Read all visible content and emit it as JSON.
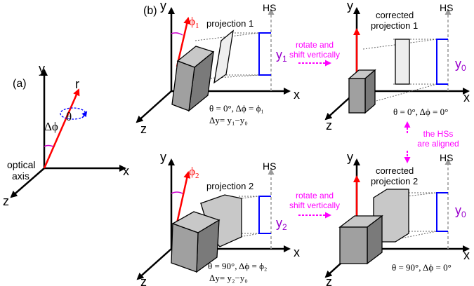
{
  "colors": {
    "axis": "#000000",
    "ray": "#ff0000",
    "angle_arc": "#cc00cc",
    "hs_bracket": "#0000ff",
    "hs_axis": "#999999",
    "annot": "#ff00ff",
    "y_label": "#9900cc",
    "box_face": "#a0a0a0",
    "box_top": "#c8c8c8",
    "box_side": "#7a7a7a",
    "proj_fill": "#eeeeee",
    "proj_fill_2": "#c8c8c8"
  },
  "panel_a": {
    "label": "(a)",
    "axis_y": "y",
    "axis_x": "x",
    "axis_z": "z",
    "ray_label": "r",
    "theta": "θ",
    "dphi": "Δϕ",
    "optical_axis_line1": "optical",
    "optical_axis_line2": "axis"
  },
  "panel_b": {
    "label": "(b)",
    "tl": {
      "axis_y": "y",
      "axis_x": "x",
      "axis_z": "z",
      "phi": "ϕ",
      "phi_sub": "1",
      "hs": "HS",
      "title": "projection 1",
      "ylab": "y",
      "ylab_sub": "1",
      "caption1": "θ = 0°, Δϕ = ϕ₁",
      "caption2": "Δy= y₁−y₀"
    },
    "tr": {
      "axis_y": "y",
      "axis_x": "x",
      "axis_z": "z",
      "hs": "HS",
      "title1": "corrected",
      "title2": "projection 1",
      "ylab": "y",
      "ylab_sub": "0",
      "caption1": "θ = 0°, Δϕ = 0°"
    },
    "bl": {
      "axis_y": "y",
      "axis_x": "x",
      "axis_z": "z",
      "phi": "ϕ",
      "phi_sub": "2",
      "hs": "HS",
      "title": "projection 2",
      "ylab": "y",
      "ylab_sub": "2",
      "caption1": "θ = 90°, Δϕ = ϕ₂",
      "caption2": "Δy= y₂−y₀"
    },
    "br": {
      "axis_y": "y",
      "axis_x": "x",
      "axis_z": "z",
      "hs": "HS",
      "title1": "corrected",
      "title2": "projection 2",
      "ylab": "y",
      "ylab_sub": "0",
      "caption1": "θ = 90°, Δϕ = 0°"
    },
    "annot_top": [
      "rotate and",
      "shift vertically"
    ],
    "annot_bottom": [
      "rotate and",
      "shift vertically"
    ],
    "annot_aligned": [
      "the HSs",
      "are aligned"
    ]
  }
}
